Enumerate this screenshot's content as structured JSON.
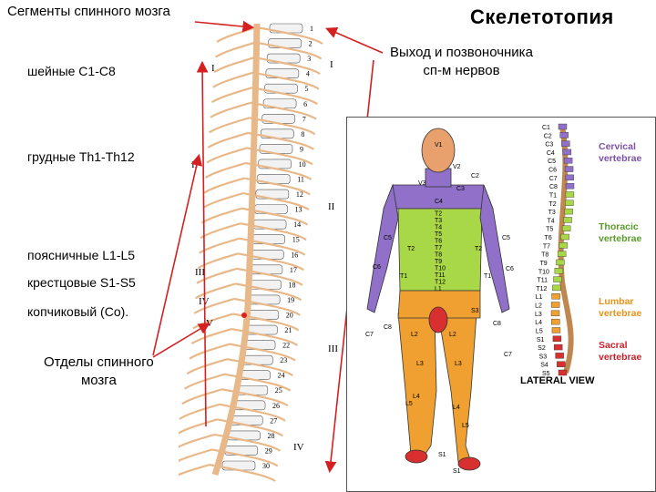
{
  "slide": {
    "title": "Скелетотопия",
    "segments_label": "Сегменты спинного мозга",
    "exit_label_line1": "Выход и позвоночника",
    "exit_label_line2": "сп-м нервов",
    "sections_label_line1": "Отделы спинного",
    "sections_label_line2": "мозга"
  },
  "regions": [
    {
      "label": "шейные  С1-С8"
    },
    {
      "label": "грудные Th1-Th12"
    },
    {
      "label": "поясничные L1-L5"
    },
    {
      "label": "крестцовые S1-S5"
    },
    {
      "label": "копчиковый (Со)."
    }
  ],
  "roman_markers": [
    "I",
    "II",
    "III",
    "IV",
    "V"
  ],
  "right_roman": [
    "I",
    "II",
    "III",
    "IV"
  ],
  "vertebra_numbers": [
    "1",
    "2",
    "3",
    "4",
    "5",
    "6",
    "7",
    "8",
    "9",
    "10",
    "11",
    "12",
    "13",
    "14",
    "15",
    "16",
    "17",
    "18",
    "19",
    "20",
    "21",
    "22",
    "23",
    "24",
    "25",
    "26",
    "27",
    "28",
    "29",
    "30"
  ],
  "dermatome": {
    "view_label": "LATERAL VIEW",
    "legend": [
      {
        "line1": "Cervical",
        "line2": "vertebrae",
        "color": "#7b52a8"
      },
      {
        "line1": "Thoracic",
        "line2": "vertebrae",
        "color": "#5a9a2a"
      },
      {
        "line1": "Lumbar",
        "line2": "vertebrae",
        "color": "#e8941a"
      },
      {
        "line1": "Sacral",
        "line2": "vertebrae",
        "color": "#c8202a"
      }
    ],
    "spine_labels": [
      "C1",
      "C2",
      "C3",
      "C4",
      "C5",
      "C6",
      "C7",
      "C8",
      "T1",
      "T2",
      "T3",
      "T4",
      "T5",
      "T6",
      "T7",
      "T8",
      "T9",
      "T10",
      "T11",
      "T12",
      "L1",
      "L2",
      "L3",
      "L4",
      "L5",
      "S1",
      "S2",
      "S3",
      "S4",
      "S5"
    ],
    "face_labels": [
      "V1",
      "V2",
      "V3",
      "C2",
      "C3"
    ],
    "trunk_labels": [
      "C4",
      "T2",
      "T3",
      "T4",
      "T5",
      "T6",
      "T7",
      "T8",
      "T9",
      "T10",
      "T11",
      "T12",
      "L1"
    ],
    "arm_labels": [
      "C5",
      "C6",
      "T2",
      "T1",
      "C5",
      "C6",
      "T2",
      "T1",
      "C7",
      "C8",
      "C7",
      "C8",
      "S3"
    ],
    "leg_labels": [
      "L2",
      "L2",
      "L3",
      "L3",
      "L4",
      "L5",
      "L4",
      "L5",
      "S1",
      "S1"
    ],
    "colors": {
      "head": "#e8a06c",
      "cervical": "#9070c8",
      "thoracic": "#a8d848",
      "lumbar": "#f0a030",
      "sacral": "#d83030"
    }
  }
}
